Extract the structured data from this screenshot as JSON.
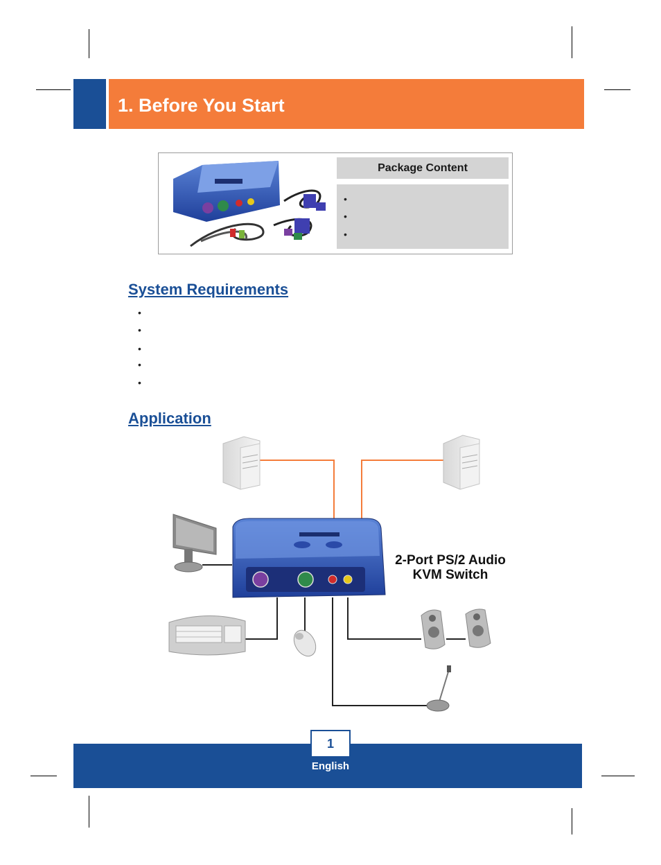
{
  "header": {
    "title": "1. Before You Start"
  },
  "package": {
    "heading": "Package Content",
    "bullet_glyph": "•",
    "item_count_shown": 3
  },
  "system_requirements": {
    "heading": "System Requirements",
    "bullet_glyph": "•"
  },
  "application": {
    "heading": "Application",
    "device_label": "2-Port PS/2 Audio KVM Switch",
    "device_label_line1": "2-Port PS/2 Audio",
    "device_label_line2": "KVM Switch"
  },
  "footer": {
    "page_number": "1",
    "language": "English"
  },
  "colors": {
    "brand_blue": "#1a4f96",
    "header_orange": "#f47c3a",
    "cable_orange": "#f47c3a",
    "panel_gray": "#d4d4d4"
  }
}
